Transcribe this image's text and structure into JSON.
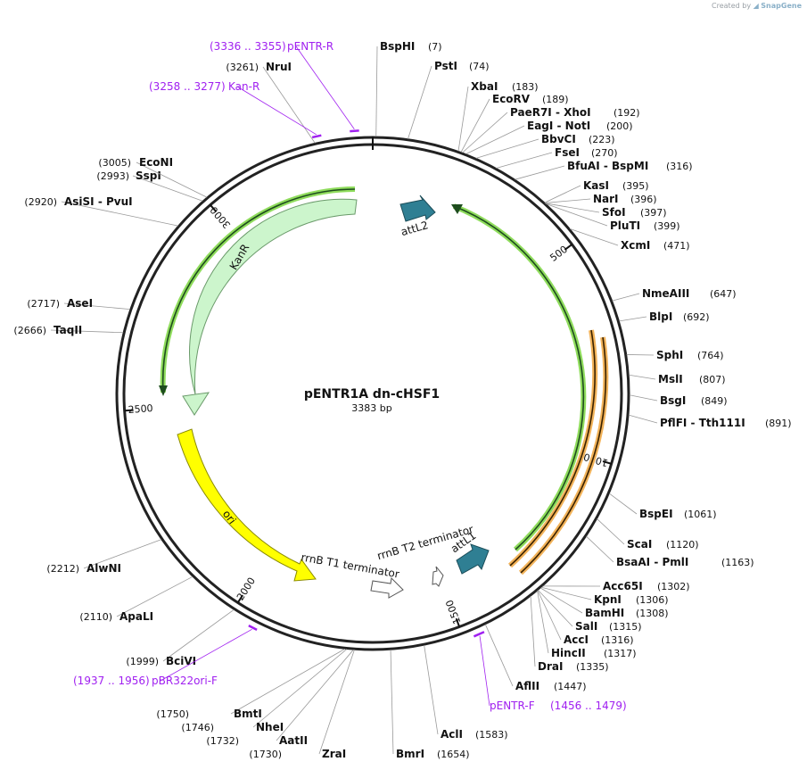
{
  "credit": {
    "prefix": "Created by",
    "brand": "SnapGene"
  },
  "plasmid": {
    "name": "pENTR1A dn-cHSF1",
    "length": 3383,
    "length_label": "3383 bp"
  },
  "ticks": [
    "500",
    "1000",
    "1500",
    "2000",
    "2500",
    "3000"
  ],
  "enzymes": [
    {
      "name": "BspHI",
      "pos": "(7)",
      "loc": 7
    },
    {
      "name": "PstI",
      "pos": "(74)",
      "loc": 74
    },
    {
      "name": "XbaI",
      "pos": "(183)",
      "loc": 183
    },
    {
      "name": "EcoRV",
      "pos": "(189)",
      "loc": 189
    },
    {
      "name": "PaeR7I - XhoI",
      "pos": "(192)",
      "loc": 192
    },
    {
      "name": "EagI - NotI",
      "pos": "(200)",
      "loc": 200
    },
    {
      "name": "BbvCI",
      "pos": "(223)",
      "loc": 223
    },
    {
      "name": "FseI",
      "pos": "(270)",
      "loc": 270
    },
    {
      "name": "BfuAI - BspMI",
      "pos": "(316)",
      "loc": 316
    },
    {
      "name": "KasI",
      "pos": "(395)",
      "loc": 395
    },
    {
      "name": "NarI",
      "pos": "(396)",
      "loc": 396
    },
    {
      "name": "SfoI",
      "pos": "(397)",
      "loc": 397
    },
    {
      "name": "PluTI",
      "pos": "(399)",
      "loc": 399
    },
    {
      "name": "XcmI",
      "pos": "(471)",
      "loc": 471
    },
    {
      "name": "NmeAIII",
      "pos": "(647)",
      "loc": 647
    },
    {
      "name": "BlpI",
      "pos": "(692)",
      "loc": 692
    },
    {
      "name": "SphI",
      "pos": "(764)",
      "loc": 764
    },
    {
      "name": "MslI",
      "pos": "(807)",
      "loc": 807
    },
    {
      "name": "BsgI",
      "pos": "(849)",
      "loc": 849
    },
    {
      "name": "PflFI - Tth111I",
      "pos": "(891)",
      "loc": 891
    },
    {
      "name": "BspEI",
      "pos": "(1061)",
      "loc": 1061
    },
    {
      "name": "ScaI",
      "pos": "(1120)",
      "loc": 1120
    },
    {
      "name": "BsaAI - PmlI",
      "pos": "(1163)",
      "loc": 1163
    },
    {
      "name": "Acc65I",
      "pos": "(1302)",
      "loc": 1302
    },
    {
      "name": "KpnI",
      "pos": "(1306)",
      "loc": 1306
    },
    {
      "name": "BamHI",
      "pos": "(1308)",
      "loc": 1308
    },
    {
      "name": "SalI",
      "pos": "(1315)",
      "loc": 1315
    },
    {
      "name": "AccI",
      "pos": "(1316)",
      "loc": 1316
    },
    {
      "name": "HincII",
      "pos": "(1317)",
      "loc": 1317
    },
    {
      "name": "DraI",
      "pos": "(1335)",
      "loc": 1335
    },
    {
      "name": "AflII",
      "pos": "(1447)",
      "loc": 1447
    },
    {
      "name": "AclI",
      "pos": "(1583)",
      "loc": 1583
    },
    {
      "name": "BmrI",
      "pos": "(1654)",
      "loc": 1654
    },
    {
      "name": "ZraI",
      "pos": "(1730)",
      "loc": 1730
    },
    {
      "name": "AatII",
      "pos": "(1732)",
      "loc": 1732
    },
    {
      "name": "NheI",
      "pos": "(1746)",
      "loc": 1746
    },
    {
      "name": "BmtI",
      "pos": "(1750)",
      "loc": 1750
    },
    {
      "name": "BciVI",
      "pos": "(1999)",
      "loc": 1999
    },
    {
      "name": "ApaLI",
      "pos": "(2110)",
      "loc": 2110
    },
    {
      "name": "AlwNI",
      "pos": "(2212)",
      "loc": 2212
    },
    {
      "name": "TaqII",
      "pos": "(2666)",
      "loc": 2666
    },
    {
      "name": "AseI",
      "pos": "(2717)",
      "loc": 2717
    },
    {
      "name": "AsiSI - PvuI",
      "pos": "(2920)",
      "loc": 2920
    },
    {
      "name": "SspI",
      "pos": "(2993)",
      "loc": 2993
    },
    {
      "name": "EcoNI",
      "pos": "(3005)",
      "loc": 3005
    },
    {
      "name": "NruI",
      "pos": "(3261)",
      "loc": 3261
    }
  ],
  "primers": [
    {
      "name": "pENTR-R",
      "range": "(3336 .. 3355)",
      "start": 3336,
      "end": 3355
    },
    {
      "name": "Kan-R",
      "range": "(3258 .. 3277)",
      "start": 3258,
      "end": 3277
    },
    {
      "name": "pENTR-F",
      "range": "(1456 .. 1479)",
      "start": 1456,
      "end": 1479
    },
    {
      "name": "pBR322ori-F",
      "range": "(1937 .. 1956)",
      "start": 1937,
      "end": 1956
    }
  ],
  "features": [
    {
      "name": "KanR",
      "kind": "cds"
    },
    {
      "name": "ori",
      "kind": "rep_origin"
    },
    {
      "name": "attL2",
      "kind": "att"
    },
    {
      "name": "attL1",
      "kind": "att"
    },
    {
      "name": "rrnB T1 terminator",
      "kind": "terminator"
    },
    {
      "name": "rrnB T2 terminator",
      "kind": "terminator"
    }
  ],
  "colors": {
    "backbone": "#222222",
    "kanr": "#ccf5cc",
    "ori": "#ffff00",
    "att": "#2f7f93",
    "primer": "#a020f0",
    "orf_green": "#8fdc5c",
    "orf_orange": "#f2b35a"
  }
}
